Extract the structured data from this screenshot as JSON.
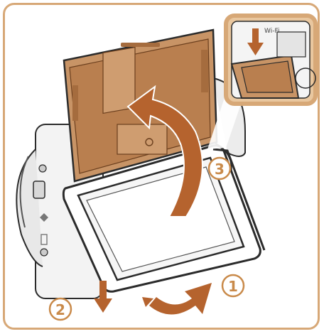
{
  "illustration": {
    "steps": [
      {
        "number": "1",
        "glyph": "①"
      },
      {
        "number": "2",
        "glyph": "②"
      },
      {
        "number": "3",
        "glyph": "③"
      }
    ],
    "inset_label": "Wi-Fi",
    "colors": {
      "frame_border": "#d7a877",
      "arrow": "#b5632e",
      "step_number": "#c98a4a",
      "screen_back": "#c89466",
      "camera_body": "#f3f3f3",
      "outline": "#2b2b2b"
    },
    "icons": [
      "flip-screen-arrow",
      "tilt-arrow",
      "push-down-arrow",
      "zoom-inset"
    ]
  }
}
